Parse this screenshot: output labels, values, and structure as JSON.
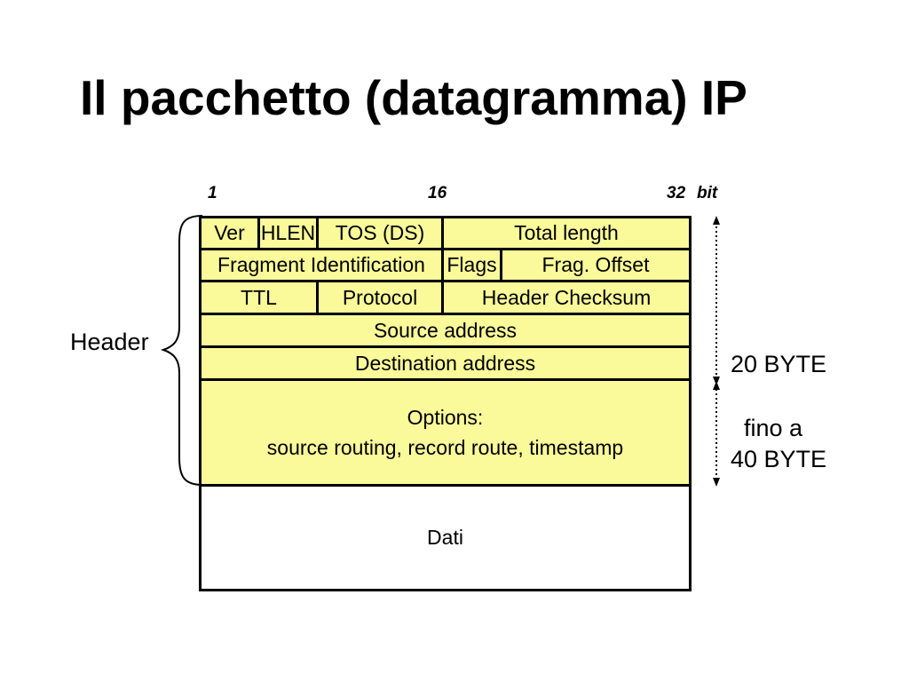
{
  "title": "Il pacchetto (datagramma) IP",
  "bit_markers": {
    "start": "1",
    "middle": "16",
    "end": "32",
    "unit": "bit"
  },
  "header_label": "Header",
  "fields": {
    "ver": "Ver",
    "hlen": "HLEN",
    "tos": "TOS (DS)",
    "total_length": "Total length",
    "fragment_id": "Fragment Identification",
    "flags": "Flags",
    "frag_offset": "Frag. Offset",
    "ttl": "TTL",
    "protocol": "Protocol",
    "header_checksum": "Header Checksum",
    "source_address": "Source address",
    "destination_address": "Destination address",
    "options_title": "Options:",
    "options_detail": "source routing, record route, timestamp",
    "data": "Dati"
  },
  "size_labels": {
    "fixed": "20 BYTE",
    "options_prefix": "fino a",
    "options_max": "40 BYTE"
  },
  "colors": {
    "header_fill": "#fafa9a",
    "data_fill": "#ffffff",
    "border": "#000000"
  }
}
